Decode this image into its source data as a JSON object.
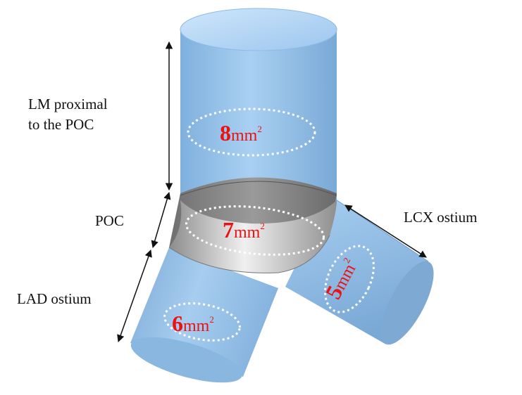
{
  "labels": {
    "lm_line1": "LM proximal",
    "lm_line2": "to the POC",
    "poc": "POC",
    "lad": "LAD ostium",
    "lcx": "LCX ostium"
  },
  "areas": {
    "lm": {
      "value": "8",
      "unit": "mm",
      "exp": "2"
    },
    "poc": {
      "value": "7",
      "unit": "mm",
      "exp": "2"
    },
    "lad": {
      "value": "6",
      "unit": "mm",
      "exp": "2"
    },
    "lcx": {
      "value": "5",
      "unit": "mm",
      "exp": "2"
    }
  },
  "colors": {
    "vessel": "#9ec7ec",
    "vessel_dark": "#6e9fcc",
    "poc_band": "#a9a9a9",
    "number": "#ee1111"
  }
}
